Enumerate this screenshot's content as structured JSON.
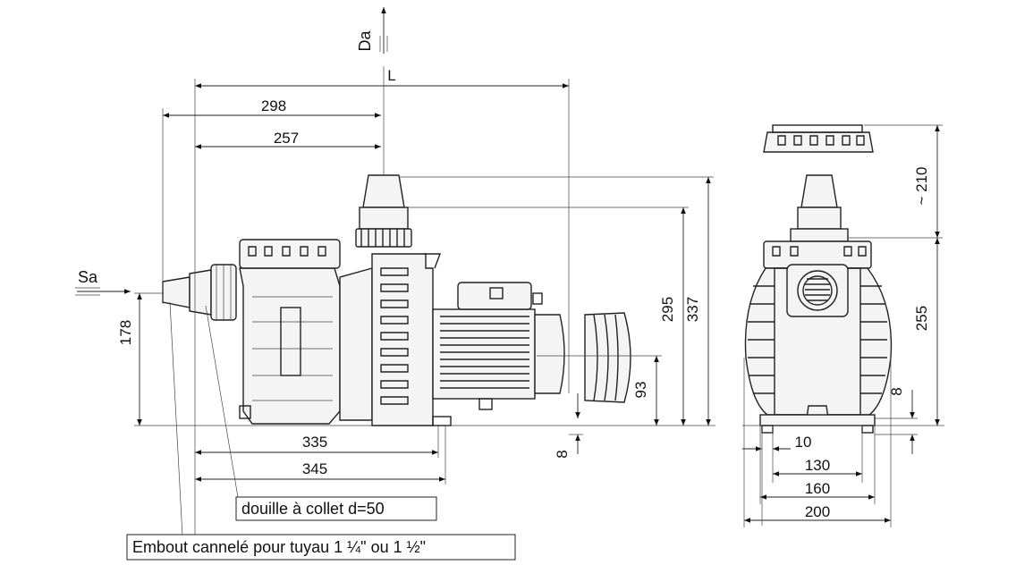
{
  "arrows": {
    "discharge": "Da",
    "suction": "Sa"
  },
  "dimensions": {
    "overall_length": "L",
    "d298": "298",
    "d257": "257",
    "d178": "178",
    "d335": "335",
    "d345": "345",
    "d295": "295",
    "d337": "337",
    "d93": "93",
    "d8_front": "8",
    "d210": "~ 210",
    "d255": "255",
    "d8_side": "8",
    "d10": "10",
    "d130": "130",
    "d160": "160",
    "d200": "200"
  },
  "callouts": {
    "socket": "douille à collet  d=50",
    "hose_tail": "Embout cannelé pour tuyau 1 ¼\"  ou 1 ½\""
  }
}
